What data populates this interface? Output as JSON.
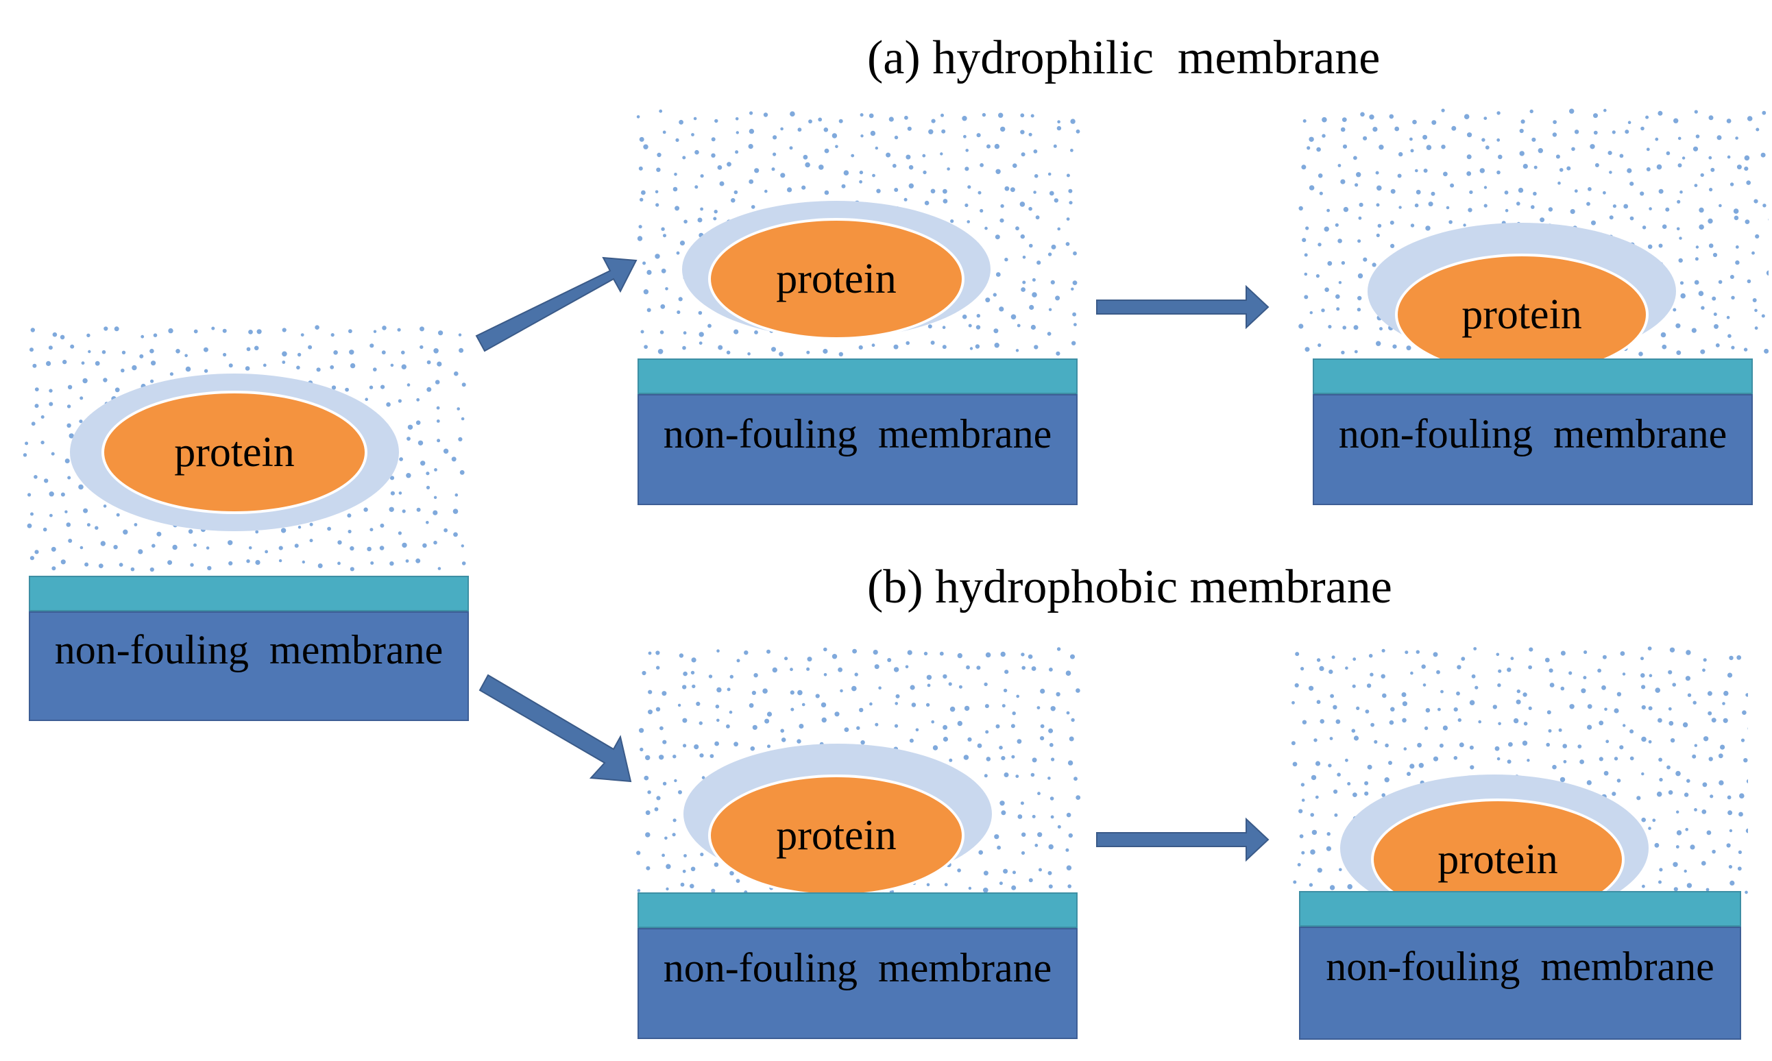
{
  "captions": {
    "hydrophilic": "(a) hydrophilic  membrane",
    "hydrophobic": "(b) hydrophobic membrane"
  },
  "labels": {
    "protein": "protein",
    "membrane": "non-fouling  membrane"
  },
  "colors": {
    "water_dots": "#7fa9dc",
    "hydration_shell": "#c9d8ee",
    "protein": "#f4933f",
    "coating": "#49adc2",
    "membrane": "#4e77b5",
    "arrow": "#4a72a8"
  }
}
